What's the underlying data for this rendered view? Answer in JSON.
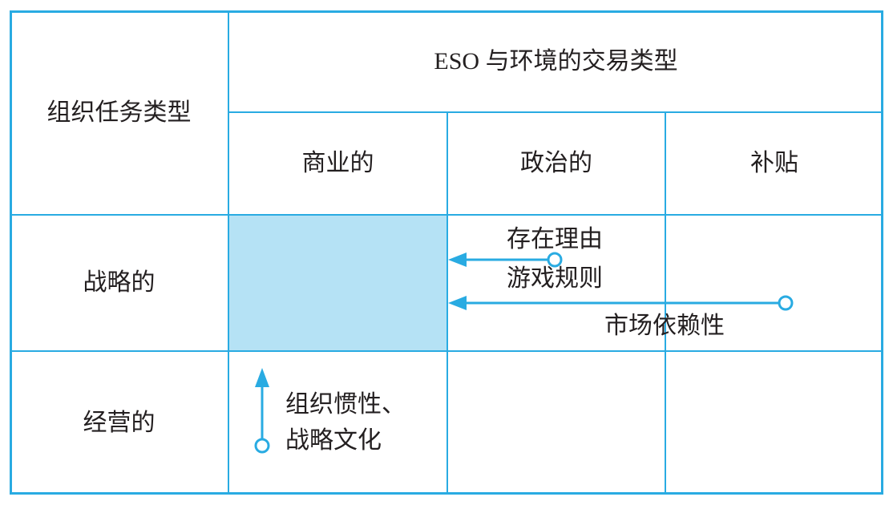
{
  "figure": {
    "row_dimension_label": "组织任务类型",
    "col_group_label": "ESO 与环境的交易类型",
    "col_headers": [
      "商业的",
      "政治的",
      "补贴"
    ],
    "row_headers": [
      "战略的",
      "经营的"
    ],
    "annotations": {
      "reason_for_existence": "存在理由",
      "game_rules": "游戏规则",
      "market_dependency": "市场依赖性",
      "organizational_inertia": "组织惯性、",
      "strategic_culture": "战略文化"
    },
    "colors": {
      "accent": "#29abe2",
      "highlight_cell": "#b5e2f5",
      "text": "#231f20"
    }
  }
}
